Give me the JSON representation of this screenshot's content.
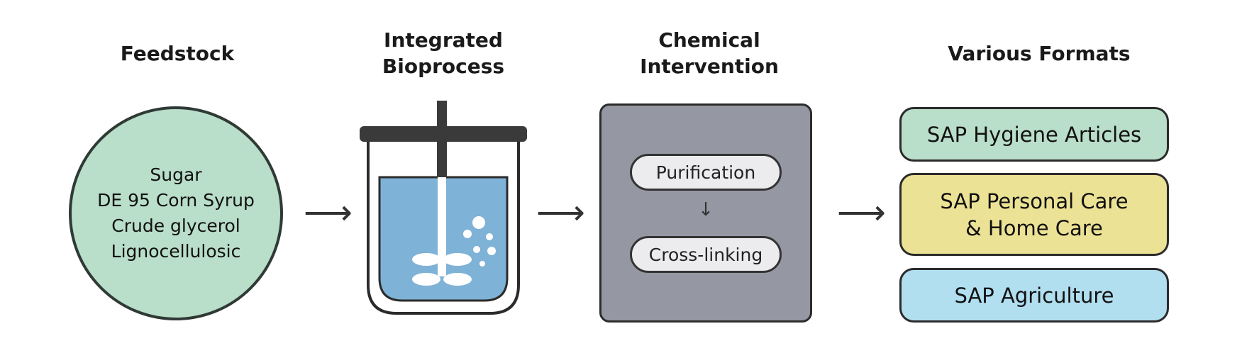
{
  "stages": {
    "feedstock": {
      "title": "Feedstock",
      "items": [
        "Sugar",
        "DE 95 Corn Syrup",
        "Crude glycerol",
        "Lignocellulosic"
      ]
    },
    "bioprocess": {
      "title": "Integrated\nBioprocess"
    },
    "chemical": {
      "title": "Chemical\nIntervention",
      "steps": [
        "Purification",
        "Cross-linking"
      ]
    },
    "formats": {
      "title": "Various Formats",
      "items": [
        "SAP Hygiene Articles",
        "SAP Personal Care\n& Home Care",
        "SAP Agriculture"
      ]
    }
  },
  "arrows": {
    "right": "⟶",
    "down": "↓"
  },
  "colors": {
    "feedstock_fill": "#b9dec9",
    "outline": "#2f3a36",
    "reactor_liquid": "#7eb2d6",
    "chemical_panel": "#9597a3",
    "chemical_step": "#ececee",
    "format_hygiene": "#b9dec9",
    "format_personal_care": "#ece295",
    "format_agriculture": "#b1dff0"
  }
}
